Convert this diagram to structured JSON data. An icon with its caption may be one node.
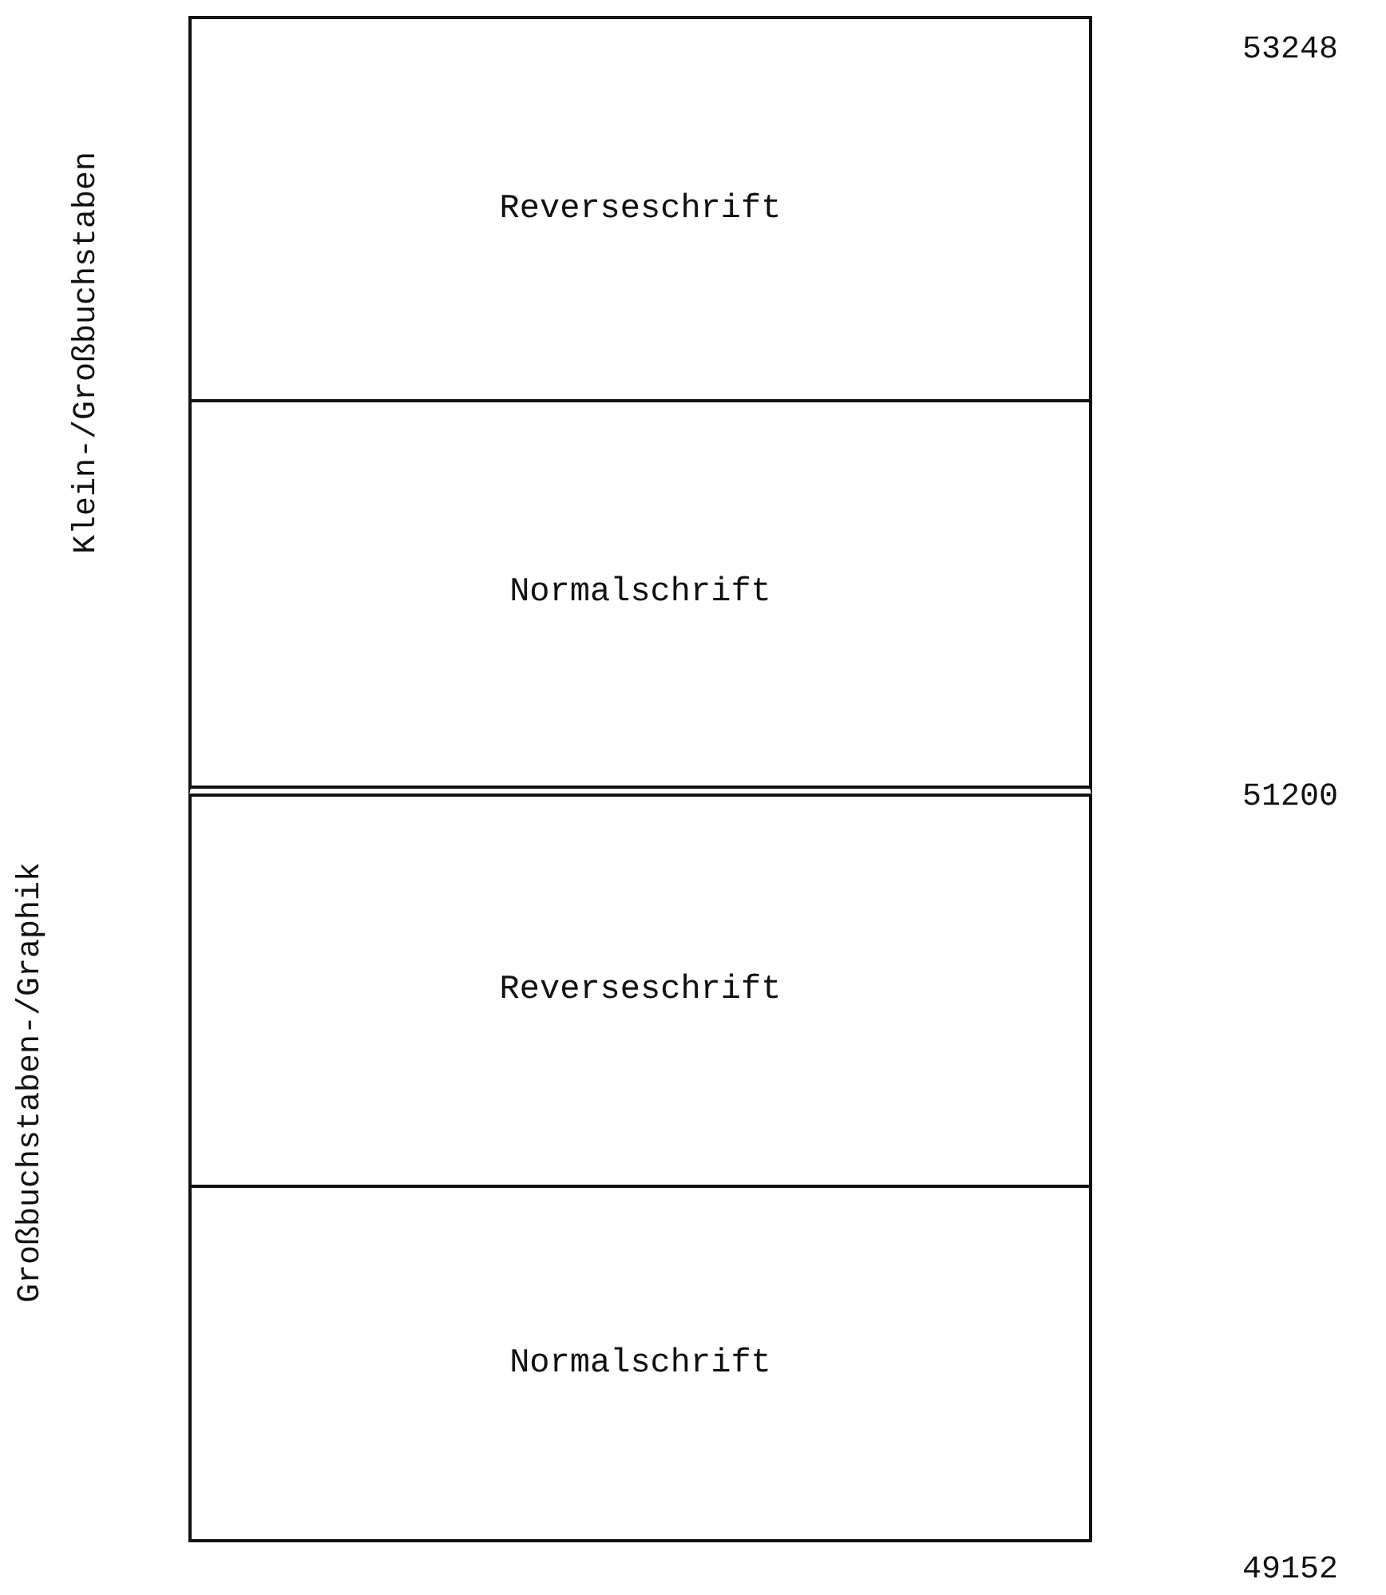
{
  "diagram": {
    "nodes": [
      {
        "text": [
          "Reverseschrift"
        ]
      },
      {
        "text": [
          "Normalschrift"
        ]
      },
      {
        "text": [
          "Reverseschrift"
        ]
      },
      {
        "text": [
          "Normalschrift"
        ]
      }
    ],
    "labels": [
      "53248",
      "Klein-/Großbuchstaben",
      "51200",
      "Großbuchstaben-/Graphik",
      "49152"
    ]
  }
}
